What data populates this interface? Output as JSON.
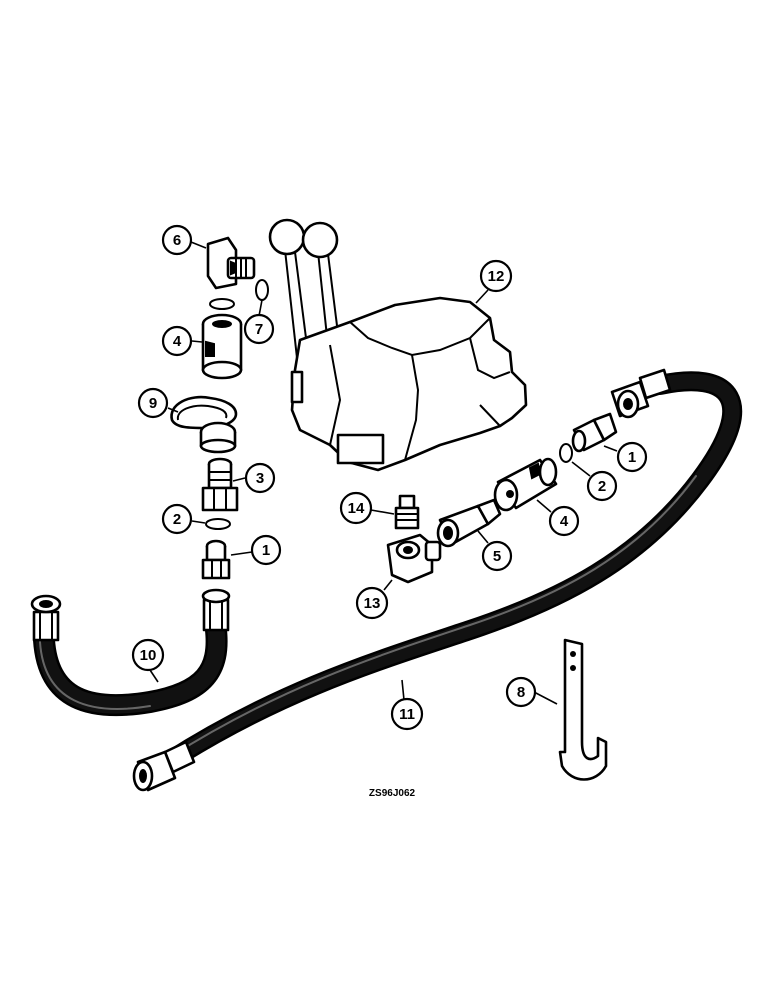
{
  "callouts": [
    {
      "id": "c6",
      "label": "6"
    },
    {
      "id": "c7",
      "label": "7"
    },
    {
      "id": "c4a",
      "label": "4"
    },
    {
      "id": "c9",
      "label": "9"
    },
    {
      "id": "c3",
      "label": "3"
    },
    {
      "id": "c2a",
      "label": "2"
    },
    {
      "id": "c1a",
      "label": "1"
    },
    {
      "id": "c10",
      "label": "10"
    },
    {
      "id": "c12",
      "label": "12"
    },
    {
      "id": "c14",
      "label": "14"
    },
    {
      "id": "c13",
      "label": "13"
    },
    {
      "id": "c5",
      "label": "5"
    },
    {
      "id": "c4b",
      "label": "4"
    },
    {
      "id": "c2b",
      "label": "2"
    },
    {
      "id": "c1b",
      "label": "1"
    },
    {
      "id": "c11",
      "label": "11"
    },
    {
      "id": "c8",
      "label": "8"
    }
  ],
  "drawing_code": "ZS96J062"
}
